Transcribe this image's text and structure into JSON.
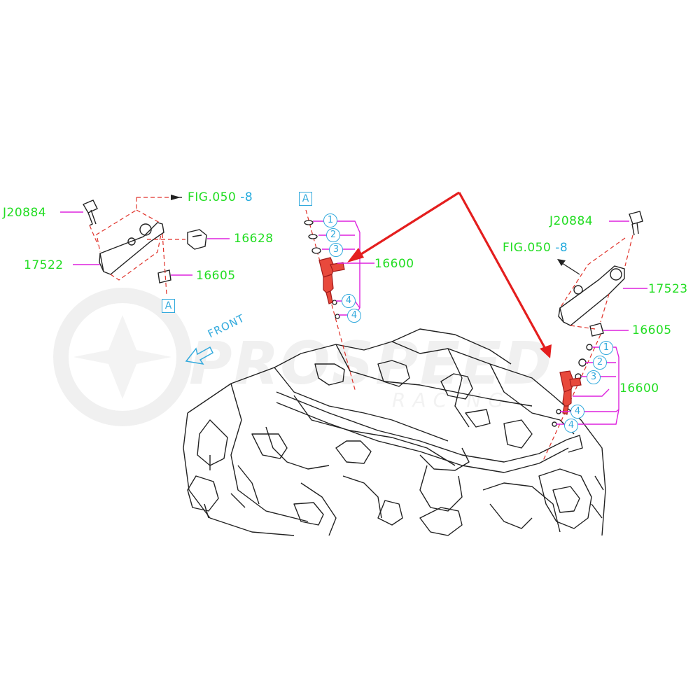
{
  "watermark": {
    "brand": "PROSPEED",
    "sub": "RACING"
  },
  "left_group": {
    "bolt_label": "J20884",
    "fig_ref": "FIG.050",
    "fig_ref_suffix": "-8",
    "rail_label": "17522",
    "nut_label": "16628",
    "clip_label": "16605",
    "ref_box": "A"
  },
  "center_group": {
    "ref_box": "A",
    "injector_label": "16600",
    "items": [
      "1",
      "2",
      "3",
      "4",
      "4"
    ]
  },
  "right_group": {
    "bolt_label": "J20884",
    "fig_ref": "FIG.050",
    "fig_ref_suffix": "-8",
    "rail_label": "17523",
    "clip_label": "16605",
    "injector_label": "16600",
    "items": [
      "1",
      "2",
      "3",
      "4",
      "4"
    ]
  },
  "front_indicator": "FRONT",
  "colors": {
    "label_green": "#22dd22",
    "leader_magenta": "#dd22dd",
    "ref_cyan": "#33aadd",
    "highlight_red": "#e0322a",
    "arrow_red": "#e41e1e",
    "outline": "#222222"
  }
}
